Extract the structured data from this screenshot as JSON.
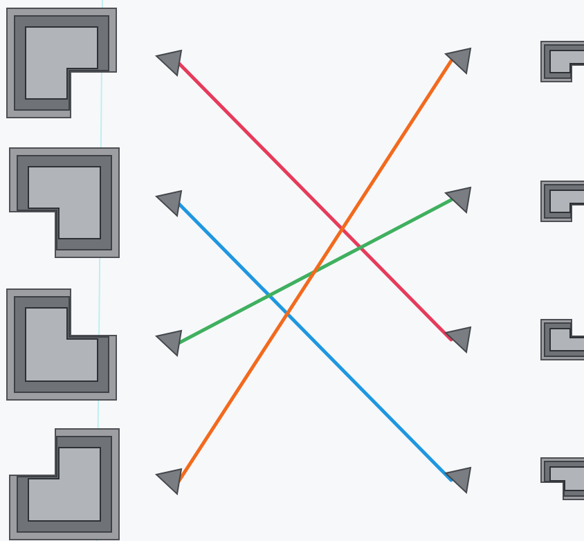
{
  "left_shapes": [
    {
      "name": "left-shape-1",
      "variant": "notch-bottom-right"
    },
    {
      "name": "left-shape-2",
      "variant": "notch-bottom-left"
    },
    {
      "name": "left-shape-3",
      "variant": "notch-top-right"
    },
    {
      "name": "left-shape-4",
      "variant": "notch-top-left"
    }
  ],
  "right_shapes": [
    {
      "name": "right-shape-1",
      "variant": "notch-bottom-right"
    },
    {
      "name": "right-shape-2",
      "variant": "notch-bottom-right"
    },
    {
      "name": "right-shape-3",
      "variant": "notch-top-right"
    },
    {
      "name": "right-shape-4",
      "variant": "notch-bottom-left"
    }
  ],
  "connections": [
    {
      "from": 1,
      "to": 3,
      "color": "#e63b5b"
    },
    {
      "from": 2,
      "to": 4,
      "color": "#1f97e0"
    },
    {
      "from": 3,
      "to": 2,
      "color": "#3fb05f"
    },
    {
      "from": 4,
      "to": 1,
      "color": "#f26a1d"
    }
  ],
  "icons": {
    "left_marker": "triangle-pointer-icon",
    "right_marker": "triangle-pointer-icon"
  }
}
